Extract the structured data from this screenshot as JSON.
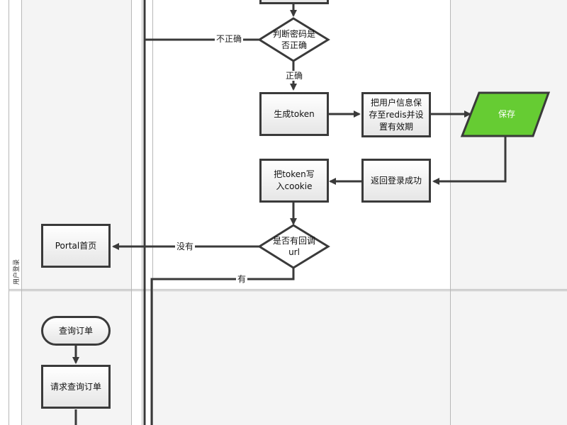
{
  "lane_label": "用户登录",
  "nodes": {
    "check_password": "判断密码是否正确",
    "gen_token": "生成token",
    "save_redis": "把用户信息保存至redis并设置有效期",
    "save": "保存",
    "return_success": "返回登录成功",
    "write_cookie": "把token写入cookie",
    "has_callback": "是否有回调url",
    "portal_home": "Portal首页",
    "query_order_start": "查询订单",
    "request_query_order": "请求查询订单"
  },
  "edges": {
    "incorrect": "不正确",
    "correct": "正确",
    "none": "没有",
    "has": "有"
  },
  "colors": {
    "save_fill": "#66cc33",
    "border": "#3a3a3a",
    "lane_bg": "#f5f5f5"
  }
}
